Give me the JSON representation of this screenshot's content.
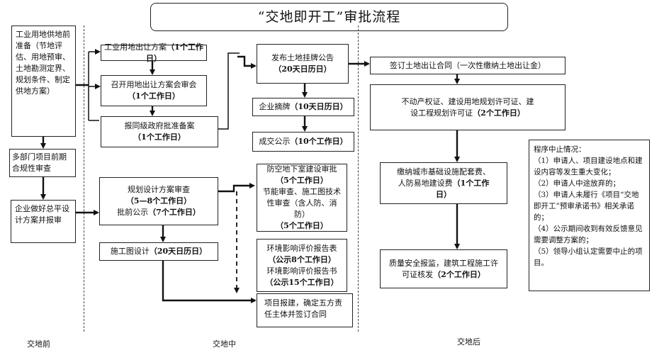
{
  "title": "“交地即开工”审批流程",
  "phases": {
    "before": "交地前",
    "during": "交地中",
    "after": "交地后"
  },
  "nodes": {
    "land_prep": "工业用地供地前准备（节地评估、用地预审、土地勘测定界、规划条件、制定供地方案）",
    "multi_dept": "多部门项目前期合规性审查",
    "enterprise_design": "企业做好总平设计方案并报审",
    "transfer_plan": {
      "text": "工业用地出让方案",
      "time": "（1个工作日）"
    },
    "plan_review_meeting": {
      "text": "召开用地出让方案会审会",
      "time": "（1个工作日）"
    },
    "gov_approval": {
      "text": "报同级政府批准备案",
      "time": "（1个工作日）"
    },
    "listing_notice": {
      "text": "发布土地挂牌公告",
      "time": "（20天日历日）"
    },
    "bidding": {
      "text": "企业摘牌",
      "time": "（10天日历日）"
    },
    "deal_publicity": {
      "text": "成交公示",
      "time": "（10个工作日）"
    },
    "planning_review": {
      "text": "规划设计方案审查",
      "time1": "（5—8个工作日）",
      "text2": "批前公示",
      "time2": "（7个工作日）"
    },
    "construction_drawing": {
      "text": "施工图设计",
      "time": "（20天日历日）"
    },
    "air_defense": {
      "text": "防空地下室建设审批",
      "time1": "（5个工作日）",
      "text2": "节能审查、施工图技术性审查（含人防、消防）",
      "time2": "（5个工作日）"
    },
    "environment": {
      "text1": "环境影响评价报告表",
      "time1": "（公示8个工作日）",
      "text2": "环境影响评价报告书",
      "time2": "（公示15个工作日）"
    },
    "project_filing": "项目报建，确定五方责任主体并签订合同",
    "sign_contract": "签订土地出让合同（一次性缴纳土地出让金）",
    "certificates": {
      "text": "不动产权证、建设用地规划许可证、建设工程规划许可证",
      "time": "（2个工作日）"
    },
    "fees": {
      "text": "缴纳城市基础设施配套费、人防易地建设费",
      "time": "（1个工作日）"
    },
    "quality_safety": {
      "text": "质量安全报监，建筑工程施工许可证核发",
      "time": "（2个工作日）"
    }
  },
  "notes": {
    "title": "程序中止情况：",
    "items": [
      "（1）申请人、项目建设地点和建设内容等发生重大变化；",
      "（2）申请人中途放弃的；",
      "（3）申请人未履行《项目“交地即开工”预审承诺书》相关承诺的；",
      "（4）公示期间收到有效反馈意见需要调整方案的；",
      "（5）领导小组认定需要中止的项目。"
    ]
  }
}
